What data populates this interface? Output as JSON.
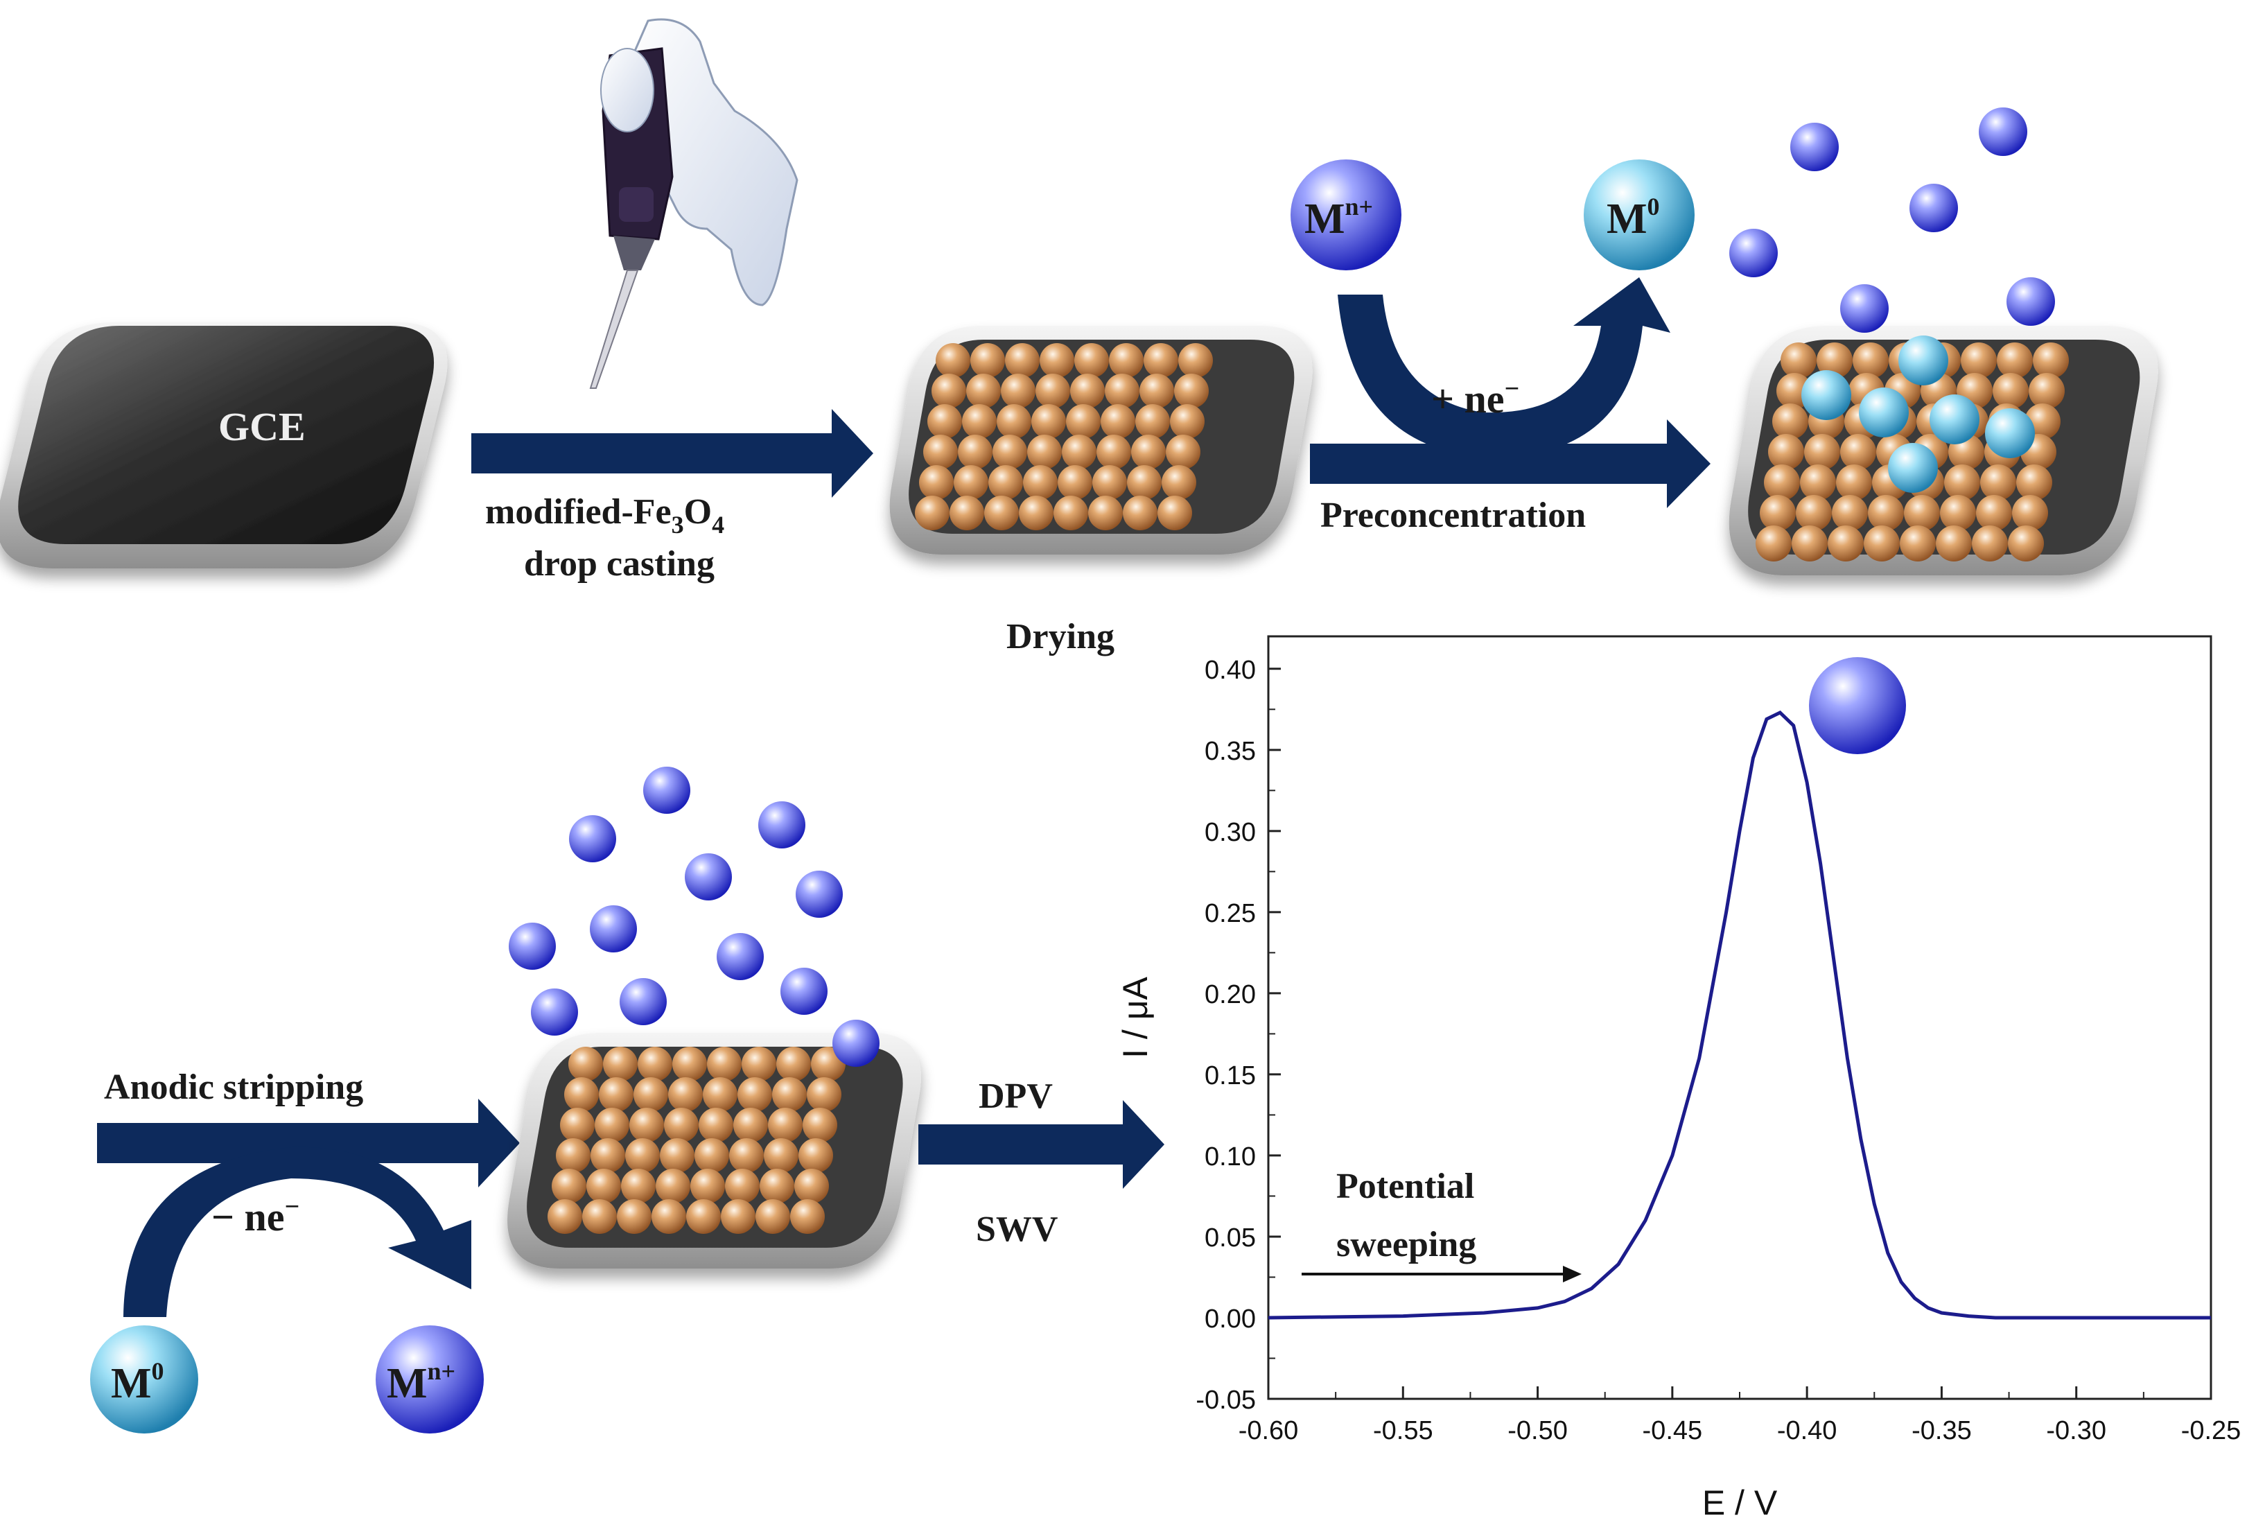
{
  "electrode": {
    "label": "GCE"
  },
  "steps": {
    "casting_line1": "modified-Fe",
    "casting_sub3": "3",
    "casting_o": "O",
    "casting_sub4": "4",
    "casting_line2": "drop  casting",
    "drying": "Drying",
    "preconcentration": "Preconcentration",
    "plus_ne": "+ ne",
    "plus_ne_sup": "−",
    "anodic": "Anodic  stripping",
    "minus_ne": "− ne",
    "minus_ne_sup": "−",
    "dpv": "DPV",
    "swv": "SWV",
    "potential_line1": "Potential",
    "potential_line2": "sweeping"
  },
  "ions": {
    "m_base": "M",
    "mn_sup": "n+",
    "m0_sup": "0"
  },
  "colors": {
    "arrow": "#0d2a5c",
    "trace": "#1c1c8c",
    "particle": "#c98a4f",
    "ion_blue": "#3a43d6",
    "ion_cyan": "#4fb3dc"
  },
  "chart_data": {
    "type": "line",
    "xlabel": "E / V",
    "ylabel": "I / μA",
    "xlim": [
      -0.6,
      -0.25
    ],
    "ylim": [
      -0.05,
      0.42
    ],
    "x_ticks": [
      "-0.60",
      "-0.55",
      "-0.50",
      "-0.45",
      "-0.40",
      "-0.35",
      "-0.30",
      "-0.25"
    ],
    "x_tick_values": [
      -0.6,
      -0.55,
      -0.5,
      -0.45,
      -0.4,
      -0.35,
      -0.3,
      -0.25
    ],
    "y_ticks": [
      "-0.05",
      "0.00",
      "0.05",
      "0.10",
      "0.15",
      "0.20",
      "0.25",
      "0.30",
      "0.35",
      "0.40"
    ],
    "y_tick_values": [
      -0.05,
      0,
      0.05,
      0.1,
      0.15,
      0.2,
      0.25,
      0.3,
      0.35,
      0.4
    ],
    "series": [
      {
        "x": [
          -0.6,
          -0.55,
          -0.52,
          -0.5,
          -0.49,
          -0.48,
          -0.47,
          -0.46,
          -0.45,
          -0.44,
          -0.43,
          -0.425,
          -0.42,
          -0.415,
          -0.41,
          -0.405,
          -0.4,
          -0.395,
          -0.39,
          -0.385,
          -0.38,
          -0.375,
          -0.37,
          -0.365,
          -0.36,
          -0.355,
          -0.35,
          -0.34,
          -0.33,
          -0.3,
          -0.25
        ],
        "y": [
          0.0,
          0.001,
          0.003,
          0.006,
          0.01,
          0.018,
          0.033,
          0.06,
          0.1,
          0.16,
          0.25,
          0.3,
          0.345,
          0.369,
          0.373,
          0.365,
          0.33,
          0.28,
          0.22,
          0.16,
          0.11,
          0.07,
          0.04,
          0.022,
          0.012,
          0.006,
          0.003,
          0.001,
          0.0,
          0.0,
          0.0
        ]
      }
    ]
  }
}
